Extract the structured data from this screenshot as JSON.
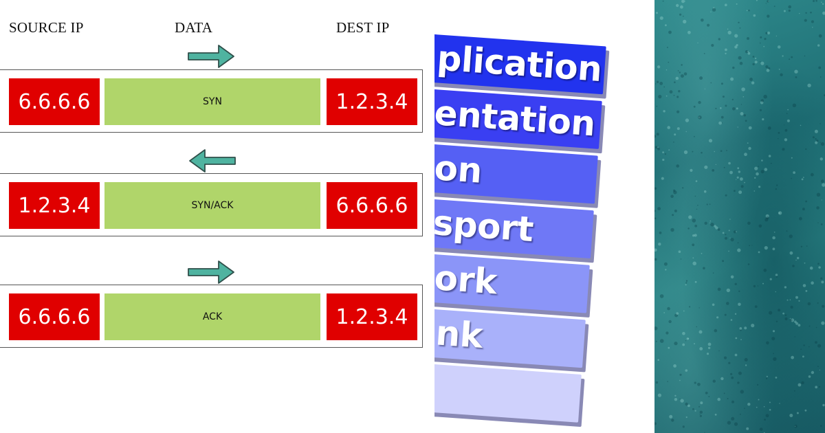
{
  "handshake": {
    "headers": {
      "source": "SOURCE IP",
      "data": "DATA",
      "dest": "DEST IP"
    },
    "rows": [
      {
        "source_ip": "6.6.6.6",
        "data": "SYN",
        "dest_ip": "1.2.3.4",
        "arrow_direction": "right"
      },
      {
        "source_ip": "1.2.3.4",
        "data": "SYN/ACK",
        "dest_ip": "6.6.6.6",
        "arrow_direction": "left"
      },
      {
        "source_ip": "6.6.6.6",
        "data": "ACK",
        "dest_ip": "1.2.3.4",
        "arrow_direction": "right"
      }
    ],
    "colors": {
      "ip_cell": "#e00000",
      "data_cell": "#b0d56a",
      "arrow": "#4fb3a0"
    }
  },
  "osi_layers": [
    {
      "label": "plication",
      "color": "#2233ee"
    },
    {
      "label": "entation",
      "color": "#3a3ff2"
    },
    {
      "label": "on",
      "color": "#5560f4"
    },
    {
      "label": "sport",
      "color": "#6f78f6"
    },
    {
      "label": "ork",
      "color": "#8b95f8"
    },
    {
      "label": "nk",
      "color": "#a9b1fa"
    },
    {
      "label": "",
      "color": "#cfd1fc"
    }
  ]
}
